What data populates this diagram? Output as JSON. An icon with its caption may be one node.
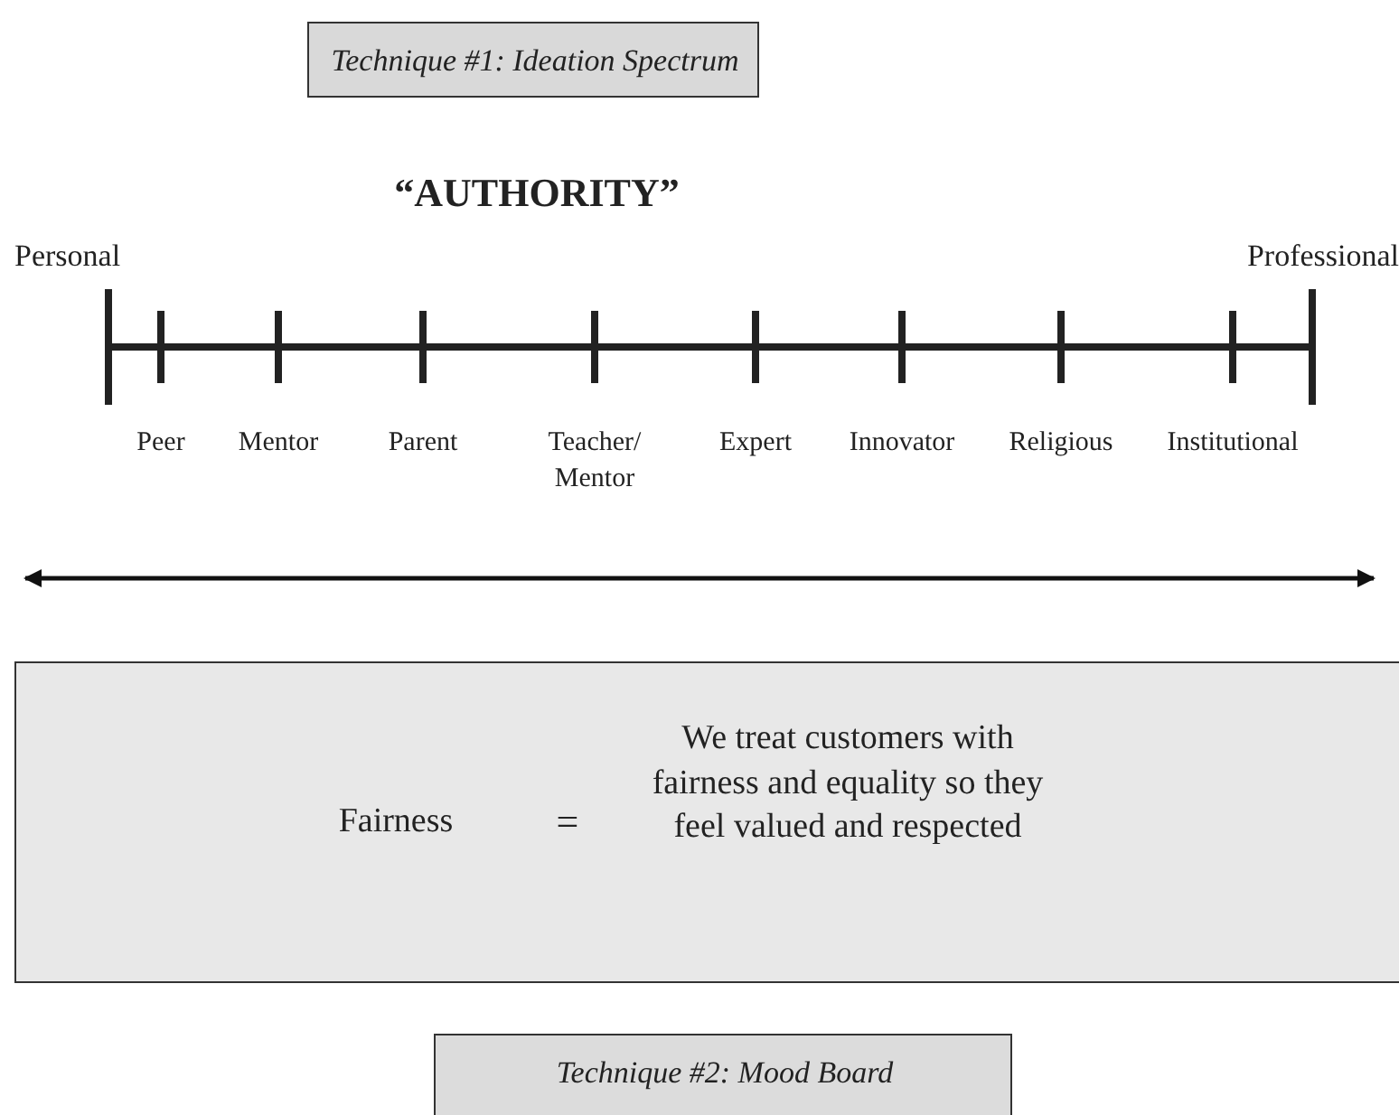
{
  "diagram": {
    "nodes": [
      {
        "text": [
          "Technique #1: Ideation Spectrum"
        ]
      },
      {
        "text": [
          "Fairness",
          "=",
          "We treat customers with fairness and equality so they feel valued and respected"
        ]
      },
      {
        "text": [
          "Technique #2: Mood Board"
        ]
      }
    ],
    "labels": [
      "“AUTHORITY”",
      "Personal",
      "Professional",
      "Peer",
      "Mentor",
      "Parent",
      "Teacher/ Mentor",
      "Expert",
      "Innovator",
      "Religious",
      "Institutional"
    ]
  }
}
